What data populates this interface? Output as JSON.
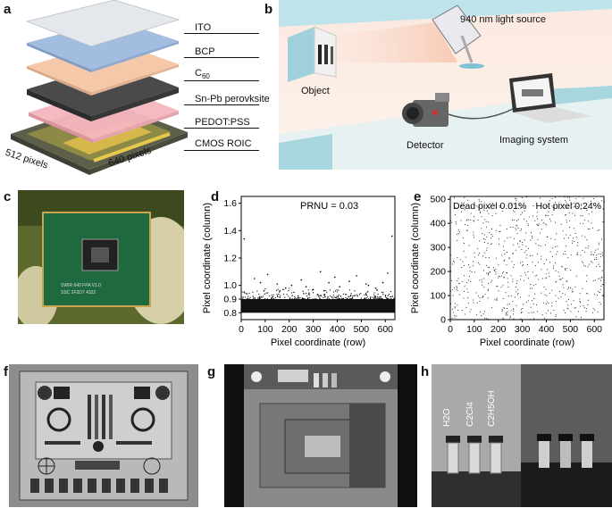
{
  "panels": {
    "a": "a",
    "b": "b",
    "c": "c",
    "d": "d",
    "e": "e",
    "f": "f",
    "g": "g",
    "h": "h"
  },
  "panel_a": {
    "layers": [
      "ITO",
      "BCP",
      "C60",
      "Sn-Pb perovksite",
      "PEDOT:PSS",
      "CMOS ROIC"
    ],
    "c60_base": "C",
    "c60_sub": "60",
    "dim_left": "512 pixels",
    "dim_right": "640 pixels",
    "colors": [
      "#d8dde3",
      "#9fb9dd",
      "#f3c6a9",
      "#4a4a4a",
      "#f2b6c0",
      "#6b6b5a"
    ]
  },
  "panel_b": {
    "light_source": "940 nm light source",
    "object": "Object",
    "detector": "Detector",
    "imaging_system": "Imaging system"
  },
  "panel_c": {
    "chip_text_1": "SWIR 640 FPA V1.0",
    "chip_text_2": "SSC 2F2D7 4322"
  },
  "chart_data": [
    {
      "type": "scatter",
      "panel": "d",
      "annotation": "PRNU = 0.03",
      "xlabel": "Pixel coordinate (row)",
      "ylabel": "Pixel coordinate (column)",
      "xlim": [
        0,
        640
      ],
      "ylim": [
        0.75,
        1.65
      ],
      "xticks": [
        0,
        100,
        200,
        300,
        400,
        500,
        600
      ],
      "yticks": [
        0.8,
        0.9,
        1.0,
        1.2,
        1.4,
        1.6
      ],
      "dense_band": [
        0.8,
        0.9
      ],
      "outliers": [
        [
          12,
          1.34
        ],
        [
          55,
          1.05
        ],
        [
          80,
          1.02
        ],
        [
          110,
          1.08
        ],
        [
          150,
          1.01
        ],
        [
          185,
          0.98
        ],
        [
          210,
          1.0
        ],
        [
          250,
          1.04
        ],
        [
          300,
          0.97
        ],
        [
          330,
          1.1
        ],
        [
          365,
          1.02
        ],
        [
          390,
          1.06
        ],
        [
          410,
          0.99
        ],
        [
          450,
          1.03
        ],
        [
          480,
          1.07
        ],
        [
          530,
          1.0
        ],
        [
          560,
          0.98
        ],
        [
          590,
          1.02
        ],
        [
          610,
          1.09
        ],
        [
          628,
          1.36
        ],
        [
          520,
          1.01
        ],
        [
          175,
          0.97
        ],
        [
          95,
          0.96
        ],
        [
          270,
          0.99
        ],
        [
          345,
          0.96
        ]
      ]
    },
    {
      "type": "scatter",
      "panel": "e",
      "annotation_left": "Dead pixel 0.01%",
      "annotation_right": "Hot pixel 0.24%",
      "xlabel": "Pixel coordinate (row)",
      "ylabel": "Pixel coordinate (column)",
      "xlim": [
        0,
        640
      ],
      "ylim": [
        0,
        512
      ],
      "xticks": [
        0,
        100,
        200,
        300,
        400,
        500,
        600
      ],
      "yticks": [
        0,
        100,
        200,
        300,
        400,
        500
      ]
    }
  ],
  "panel_h": {
    "vial_1": "H2O",
    "vial_2": "C2Cl4",
    "vial_3": "C2H5OH"
  }
}
